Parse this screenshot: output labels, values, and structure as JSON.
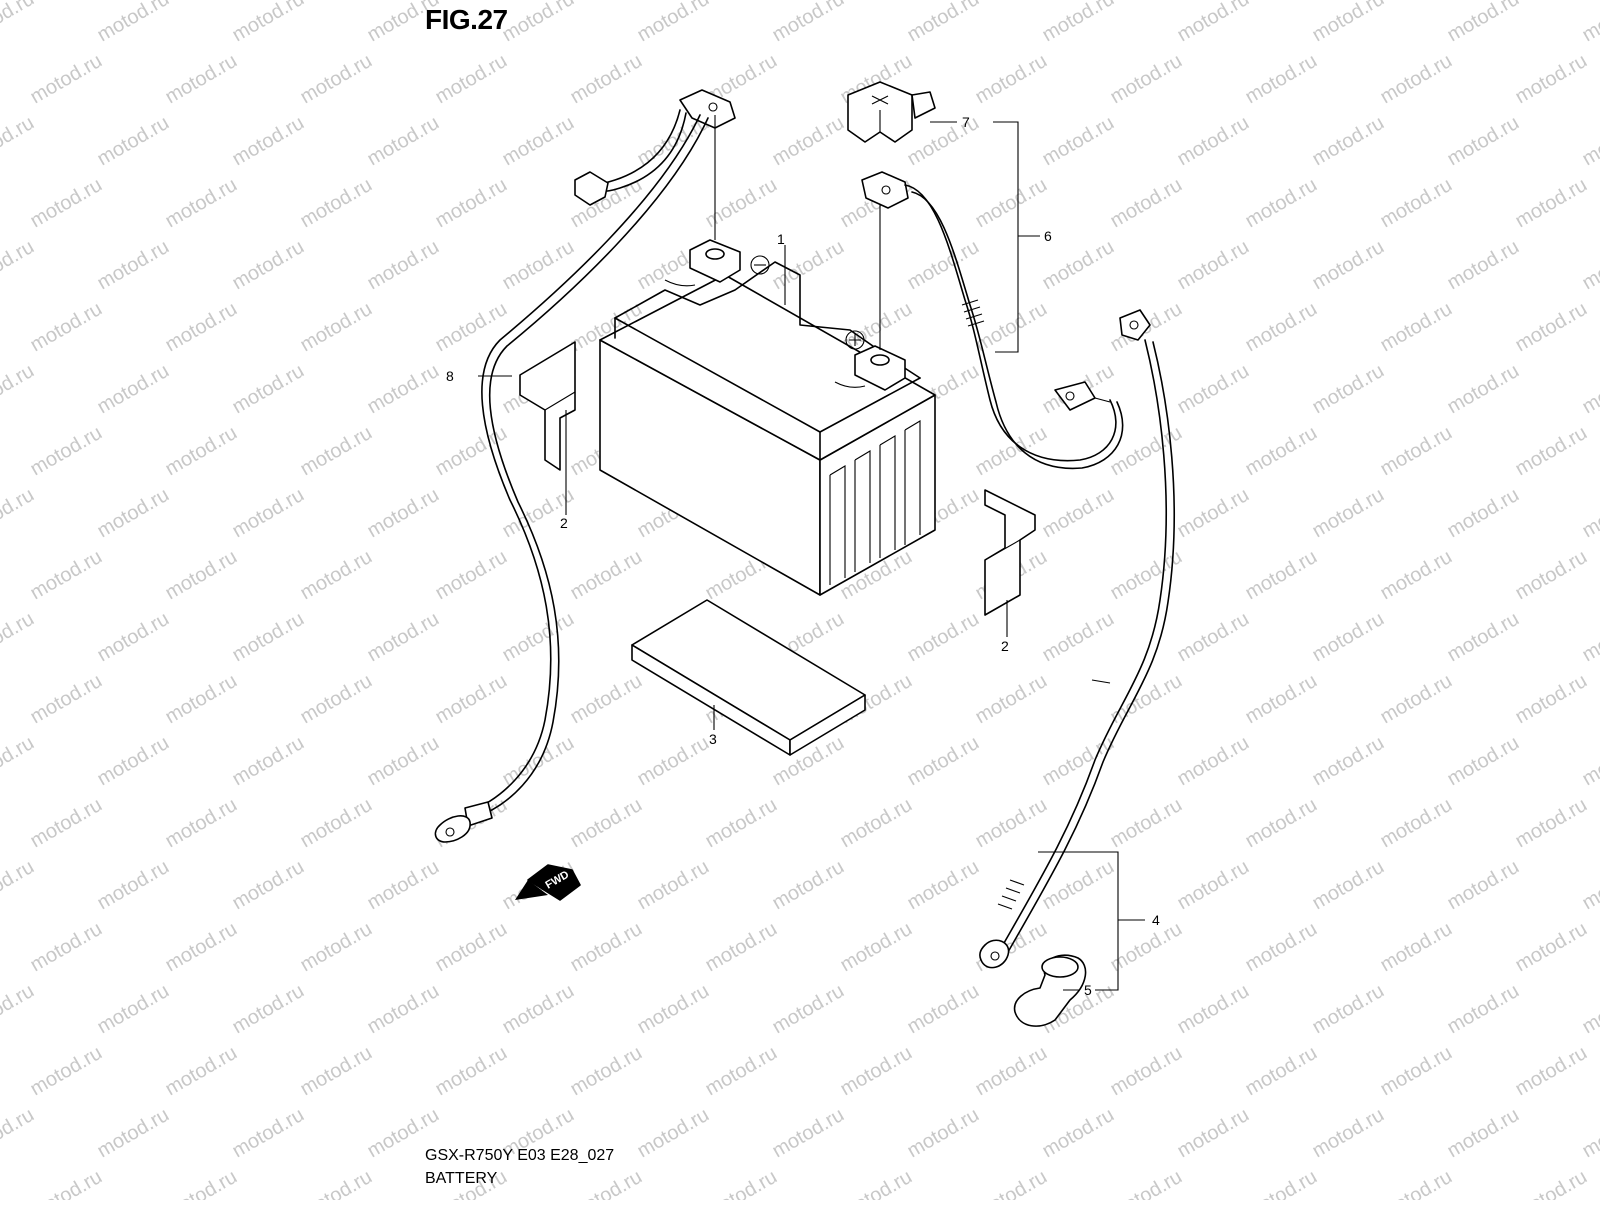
{
  "figure": {
    "title": "FIG.27",
    "model_code": "GSX-R750Y E03 E28_027",
    "section_name": "BATTERY",
    "watermark_text": "motod.ru",
    "fwd_label": "FWD"
  },
  "callouts": [
    {
      "id": "c1",
      "label": "1"
    },
    {
      "id": "c2a",
      "label": "2"
    },
    {
      "id": "c2b",
      "label": "2"
    },
    {
      "id": "c3",
      "label": "3"
    },
    {
      "id": "c4",
      "label": "4"
    },
    {
      "id": "c5",
      "label": "5"
    },
    {
      "id": "c6",
      "label": "6"
    },
    {
      "id": "c7",
      "label": "7"
    },
    {
      "id": "c8",
      "label": "8"
    }
  ],
  "colors": {
    "line": "#000000",
    "watermark": "#c8c8c8",
    "background": "#ffffff"
  }
}
